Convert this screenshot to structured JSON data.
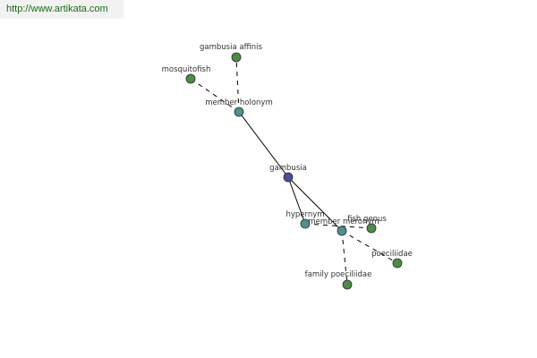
{
  "watermark": {
    "url": "http://www.artikata.com"
  },
  "colors": {
    "center": "#4a4d9a",
    "relation": "#4d9291",
    "leaf": "#4e8a48"
  },
  "graph": {
    "nodes": [
      {
        "id": "gambusia",
        "label": "gambusia",
        "kind": "center"
      },
      {
        "id": "member-holonym",
        "label": "member holonym",
        "kind": "relation"
      },
      {
        "id": "hypernym",
        "label": "hypernym",
        "kind": "relation"
      },
      {
        "id": "member-meronym",
        "label": "member meronym",
        "kind": "relation"
      },
      {
        "id": "gambusia-affinis",
        "label": "gambusia affinis",
        "kind": "leaf"
      },
      {
        "id": "mosquitofish",
        "label": "mosquitofish",
        "kind": "leaf"
      },
      {
        "id": "fish-genus",
        "label": "fish genus",
        "kind": "leaf"
      },
      {
        "id": "poeciliidae",
        "label": "poeciliidae",
        "kind": "leaf"
      },
      {
        "id": "family-poeciliidae",
        "label": "family poeciliidae",
        "kind": "leaf"
      }
    ],
    "edges": [
      {
        "from": "gambusia",
        "to": "member-holonym",
        "style": "solid"
      },
      {
        "from": "gambusia",
        "to": "hypernym",
        "style": "solid"
      },
      {
        "from": "gambusia",
        "to": "member-meronym",
        "style": "solid"
      },
      {
        "from": "member-holonym",
        "to": "gambusia-affinis",
        "style": "dashed"
      },
      {
        "from": "member-holonym",
        "to": "mosquitofish",
        "style": "dashed"
      },
      {
        "from": "hypernym",
        "to": "fish-genus",
        "style": "dashed"
      },
      {
        "from": "member-meronym",
        "to": "poeciliidae",
        "style": "dashed"
      },
      {
        "from": "member-meronym",
        "to": "family-poeciliidae",
        "style": "dashed"
      }
    ]
  }
}
